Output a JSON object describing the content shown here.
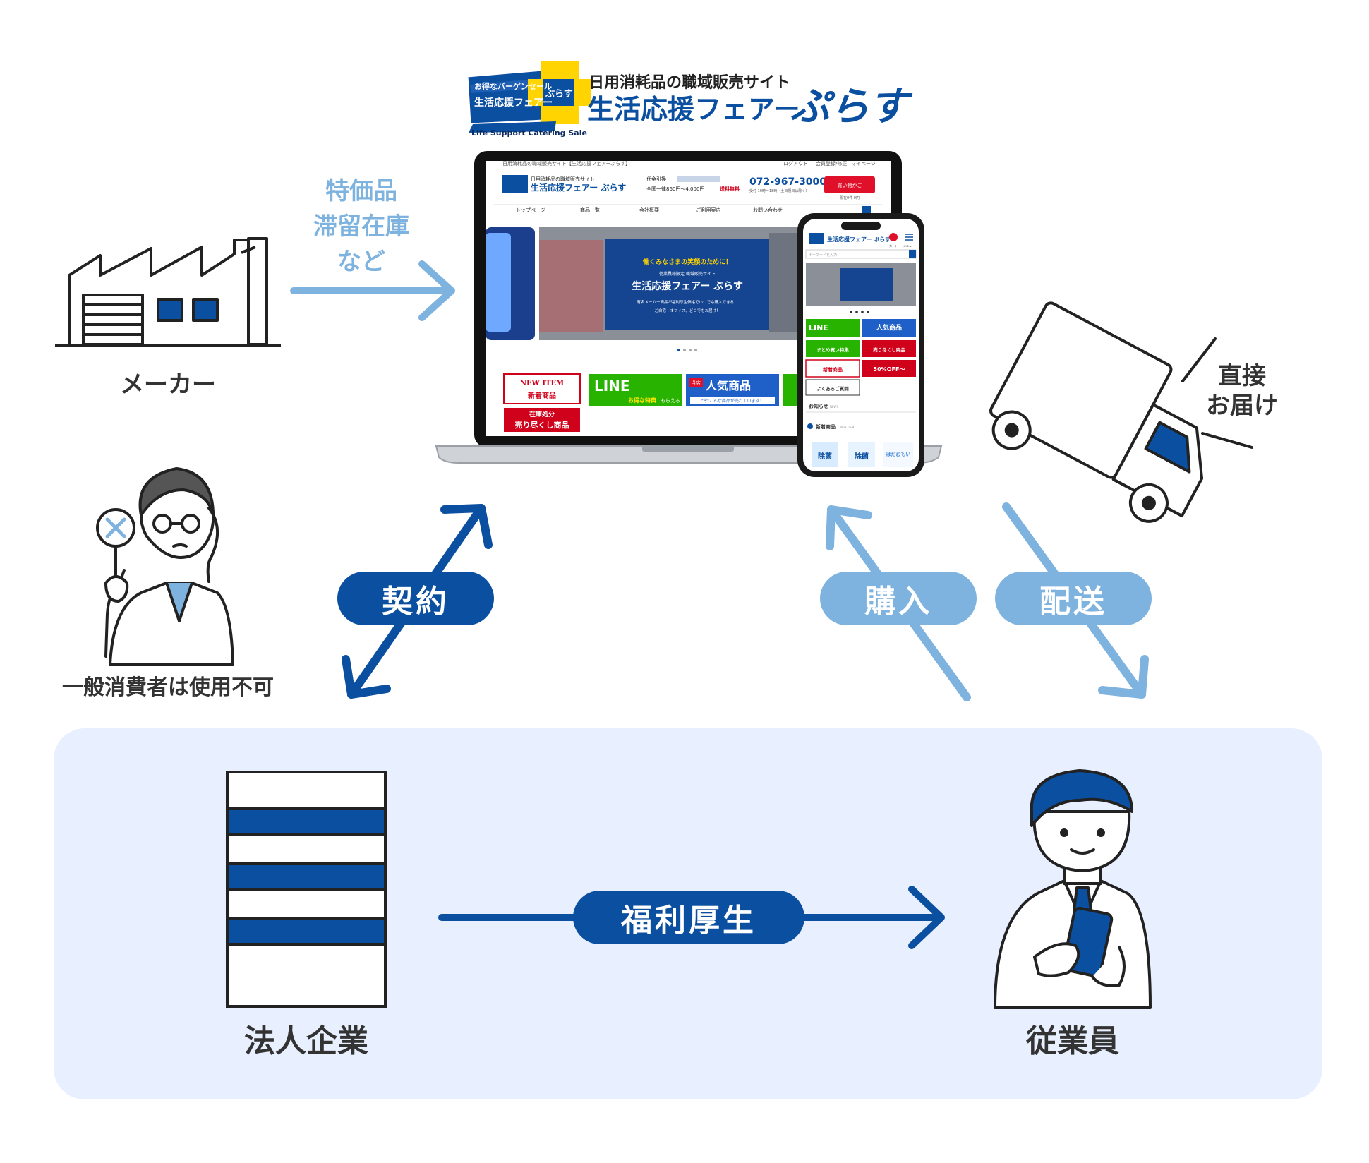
{
  "logo": {
    "tagline": "日用消耗品の職域販売サイト",
    "name": "生活応援フェアー",
    "name_suffix": "ぷらす",
    "badge_line1": "お得なバーゲンセール",
    "badge_line2": "生活応援フェアー",
    "badge_plus": "ぷらす",
    "badge_sub": "Life Support Catering Sale"
  },
  "site": {
    "header_small": "日用消耗品の職域販売サイト【生活応援フェアーぷらす】",
    "header_links": [
      "ログアウト",
      "会員登録/修正",
      "マイページ"
    ],
    "logo_tagline": "日用消耗品の職域販売サイト",
    "logo_name": "生活応援フェアー ぷらす",
    "payment_label": "代金引換",
    "shipping_text": "全国一律860円〜4,000円",
    "shipping_free": "送料無料",
    "phone": "072-967-3000",
    "hours": "受付 10時〜18時（土日祝日は除く）",
    "cart_button": "買い物かご",
    "cart_sub": "現在0件 0円",
    "nav": [
      "トップページ",
      "商品一覧",
      "会社概要",
      "ご利用案内",
      "お問い合わせ"
    ],
    "hero_banner": "働くみなさまの笑顔のために！",
    "hero_small": "従業員様限定 職域販売サイト",
    "hero_title": "生活応援フェアー ぷらす",
    "hero_desc1": "有名メーカー商品が福利厚生価格でいつでも購入できる！",
    "hero_desc2": "ご自宅・オフィス、どこでもお届け！",
    "banners": {
      "new_item": "NEW ITEM",
      "new_item_sub": "新着商品",
      "line": "LINE",
      "line_sub": "お得な特典",
      "line_sub2": "もらえる",
      "popular_tag": "当店",
      "popular": "人気商品",
      "popular_sub": "\"今\"こんな商品が売れています！",
      "stock_tag": "在庫処分",
      "stock": "売り尽くし商品"
    }
  },
  "phone_screen": {
    "logo": "生活応援フェアー ぷらす",
    "cart_label": "カート",
    "menu_label": "メニュー",
    "search_placeholder": "キーワードを入力",
    "banners": [
      "LINE",
      "人気商品",
      "まとめ買い特集",
      "売り尽くし商品",
      "新着商品",
      "50%OFF〜",
      "よくあるご質問"
    ],
    "news_title": "お知らせ",
    "news_tag": "NEWS",
    "new_products": "新着商品",
    "new_products_tag": "NEW ITEM",
    "products": [
      "除菌",
      "除菌",
      "はだおもい"
    ]
  },
  "labels": {
    "maker": "メーカー",
    "maker_goods_1": "特価品",
    "maker_goods_2": "滞留在庫",
    "maker_goods_3": "など",
    "direct_1": "直接",
    "direct_2": "お届け",
    "consumer_note": "一般消費者は使用不可",
    "company": "法人企業",
    "employee": "従業員",
    "contract": "契約",
    "purchase": "購入",
    "delivery": "配送",
    "welfare": "福利厚生"
  },
  "colors": {
    "dark_blue": "#0b4fa0",
    "light_blue": "#7fb3df",
    "panel_bg": "#e8efff",
    "line_black": "#222222"
  }
}
